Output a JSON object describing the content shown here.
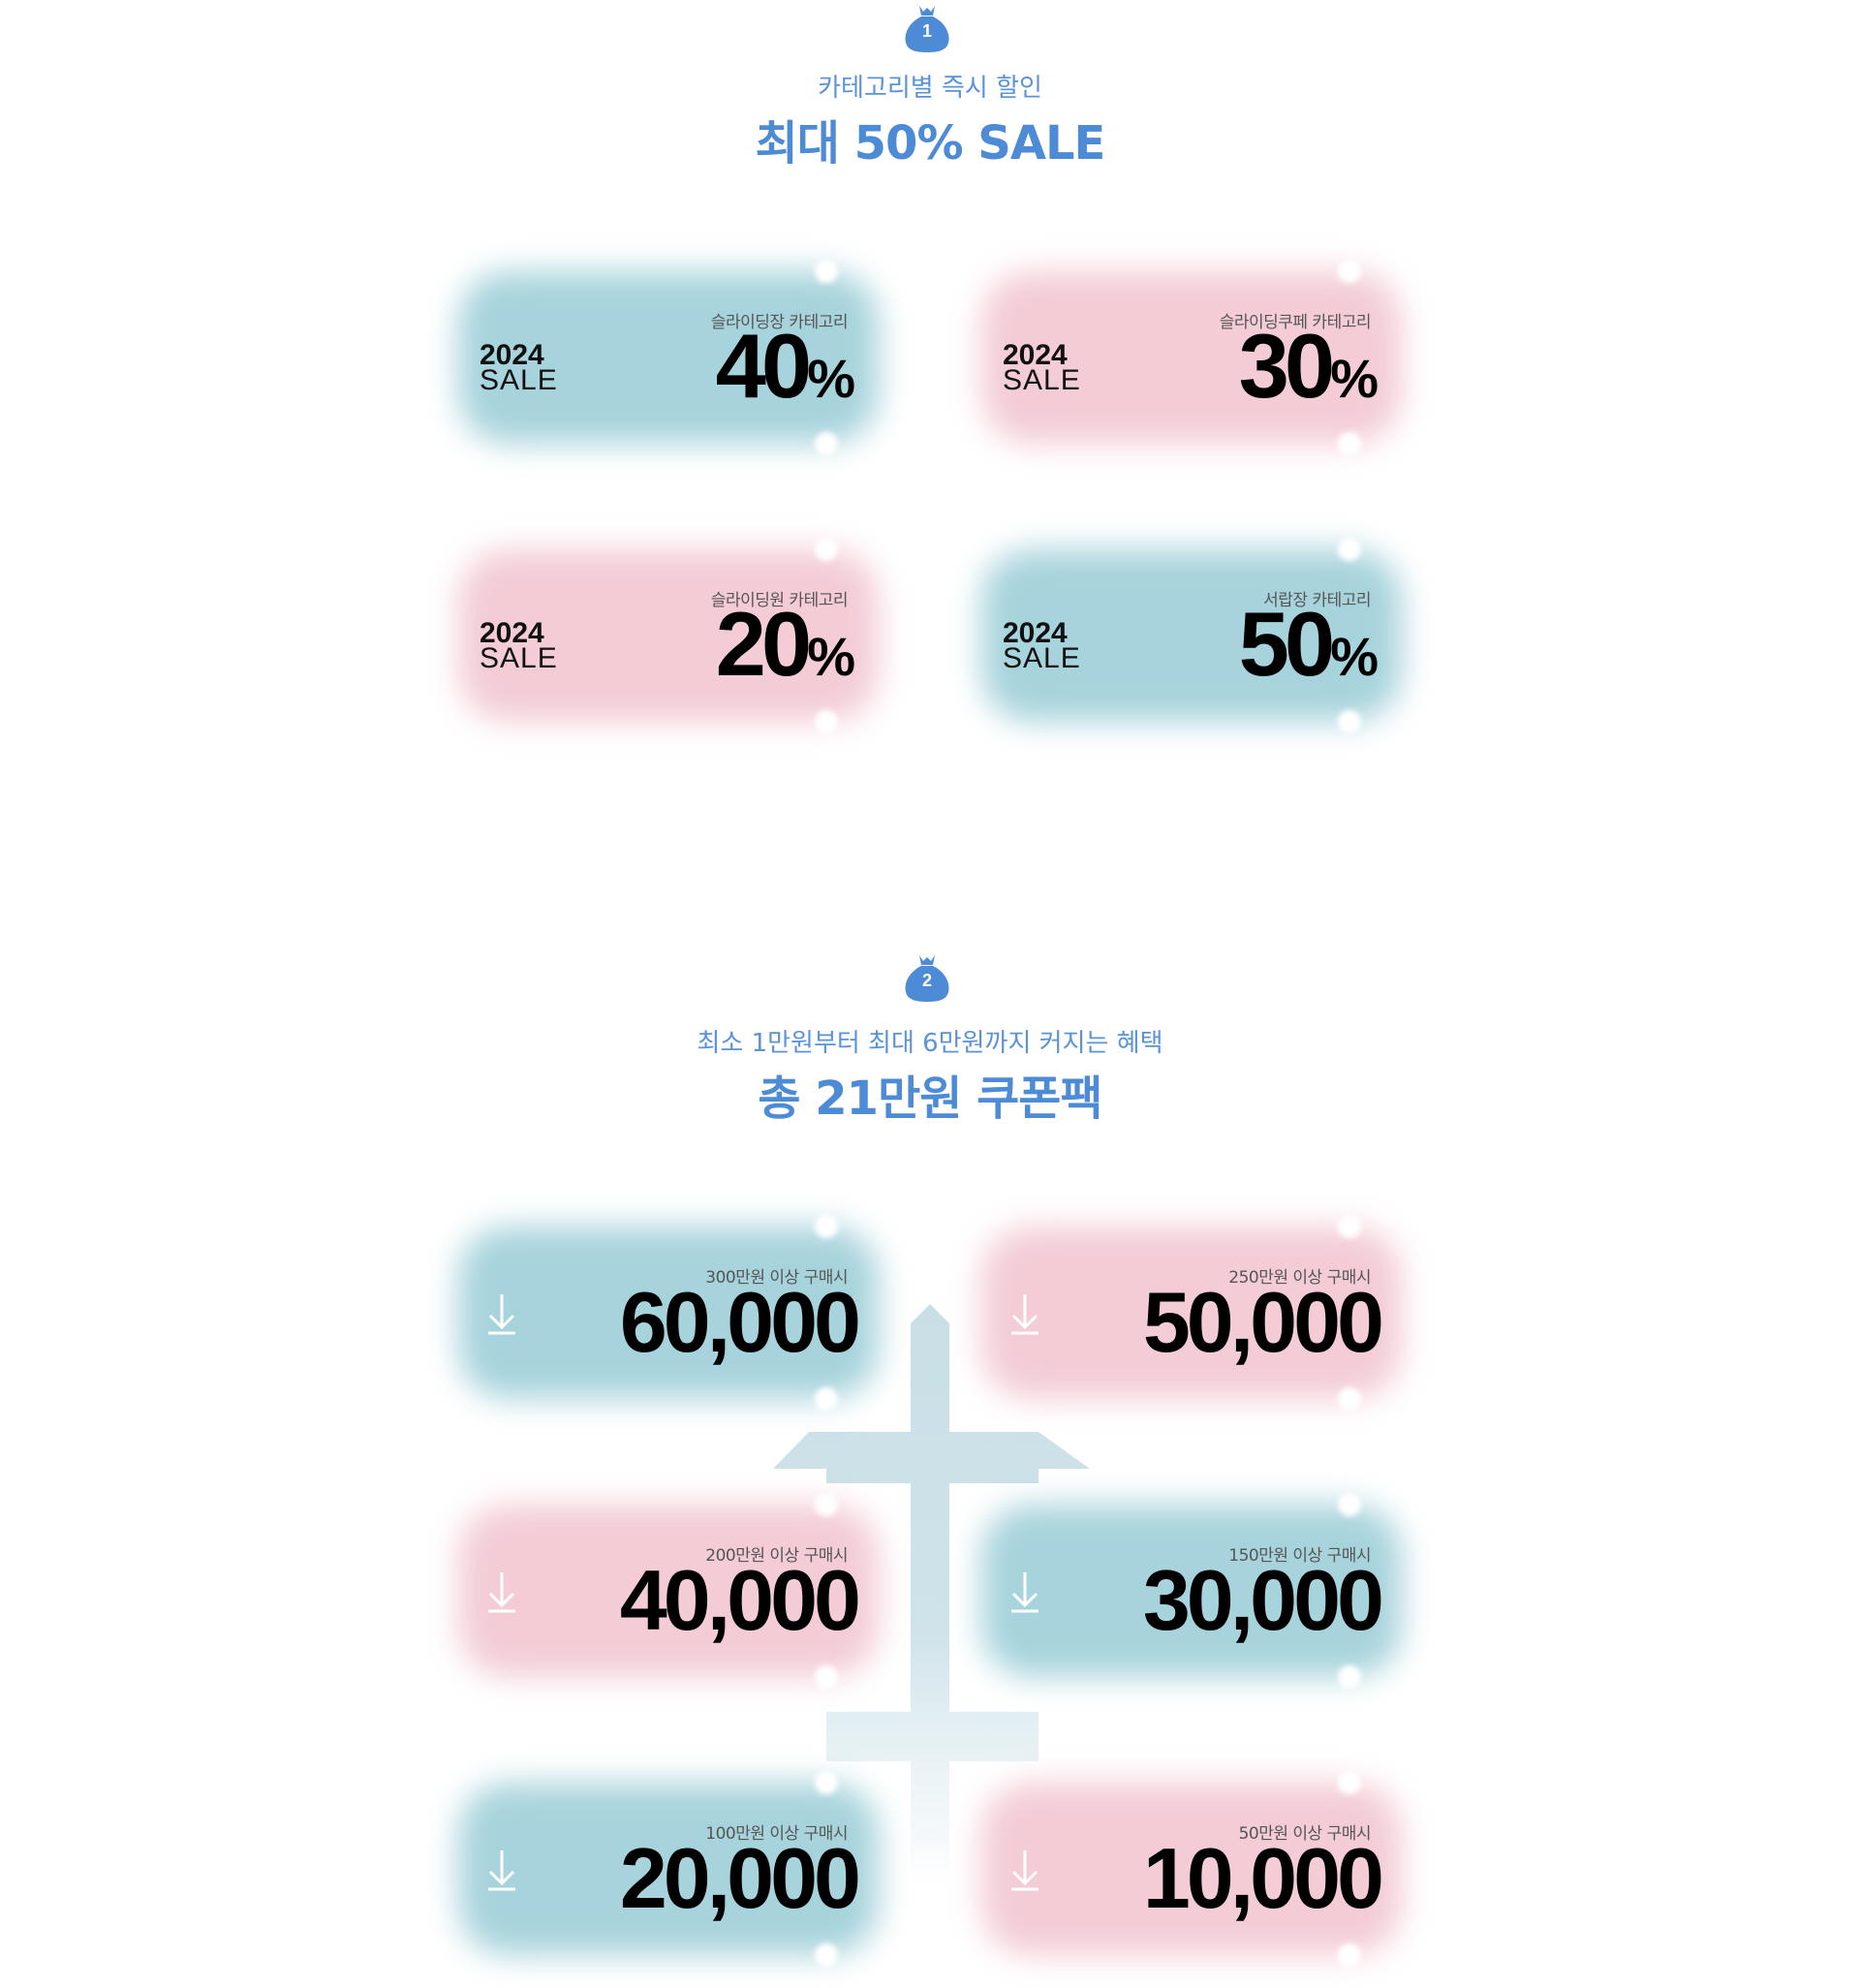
{
  "section1": {
    "badge_number": "1",
    "subtitle": "카테고리별 즉시 할인",
    "title": "최대 50% SALE",
    "cards": [
      {
        "category": "슬라이딩장 카테고리",
        "year": "2024",
        "sale_word": "SALE",
        "percent": "40",
        "percent_sign": "%",
        "tone": "blue"
      },
      {
        "category": "슬라이딩쿠페 카테고리",
        "year": "2024",
        "sale_word": "SALE",
        "percent": "30",
        "percent_sign": "%",
        "tone": "pink"
      },
      {
        "category": "슬라이딩원 카테고리",
        "year": "2024",
        "sale_word": "SALE",
        "percent": "20",
        "percent_sign": "%",
        "tone": "pink"
      },
      {
        "category": "서랍장 카테고리",
        "year": "2024",
        "sale_word": "SALE",
        "percent": "50",
        "percent_sign": "%",
        "tone": "blue"
      }
    ]
  },
  "section2": {
    "badge_number": "2",
    "subtitle": "최소 1만원부터 최대 6만원까지 커지는 혜택",
    "title": "총 21만원 쿠폰팩",
    "coupons": [
      {
        "condition": "300만원 이상 구매시",
        "amount": "60,000",
        "tone": "blue"
      },
      {
        "condition": "250만원 이상 구매시",
        "amount": "50,000",
        "tone": "pink"
      },
      {
        "condition": "200만원 이상 구매시",
        "amount": "40,000",
        "tone": "pink"
      },
      {
        "condition": "150만원 이상 구매시",
        "amount": "30,000",
        "tone": "blue"
      },
      {
        "condition": "100만원 이상 구매시",
        "amount": "20,000",
        "tone": "blue"
      },
      {
        "condition": "50만원 이상 구매시",
        "amount": "10,000",
        "tone": "pink"
      }
    ],
    "download_icon": "download-arrow-icon"
  },
  "colors": {
    "accent_blue": "#4d8bd6",
    "card_blue": "#a7d3dc",
    "card_pink": "#f3ccd6",
    "tree": "#c9dfe6"
  }
}
